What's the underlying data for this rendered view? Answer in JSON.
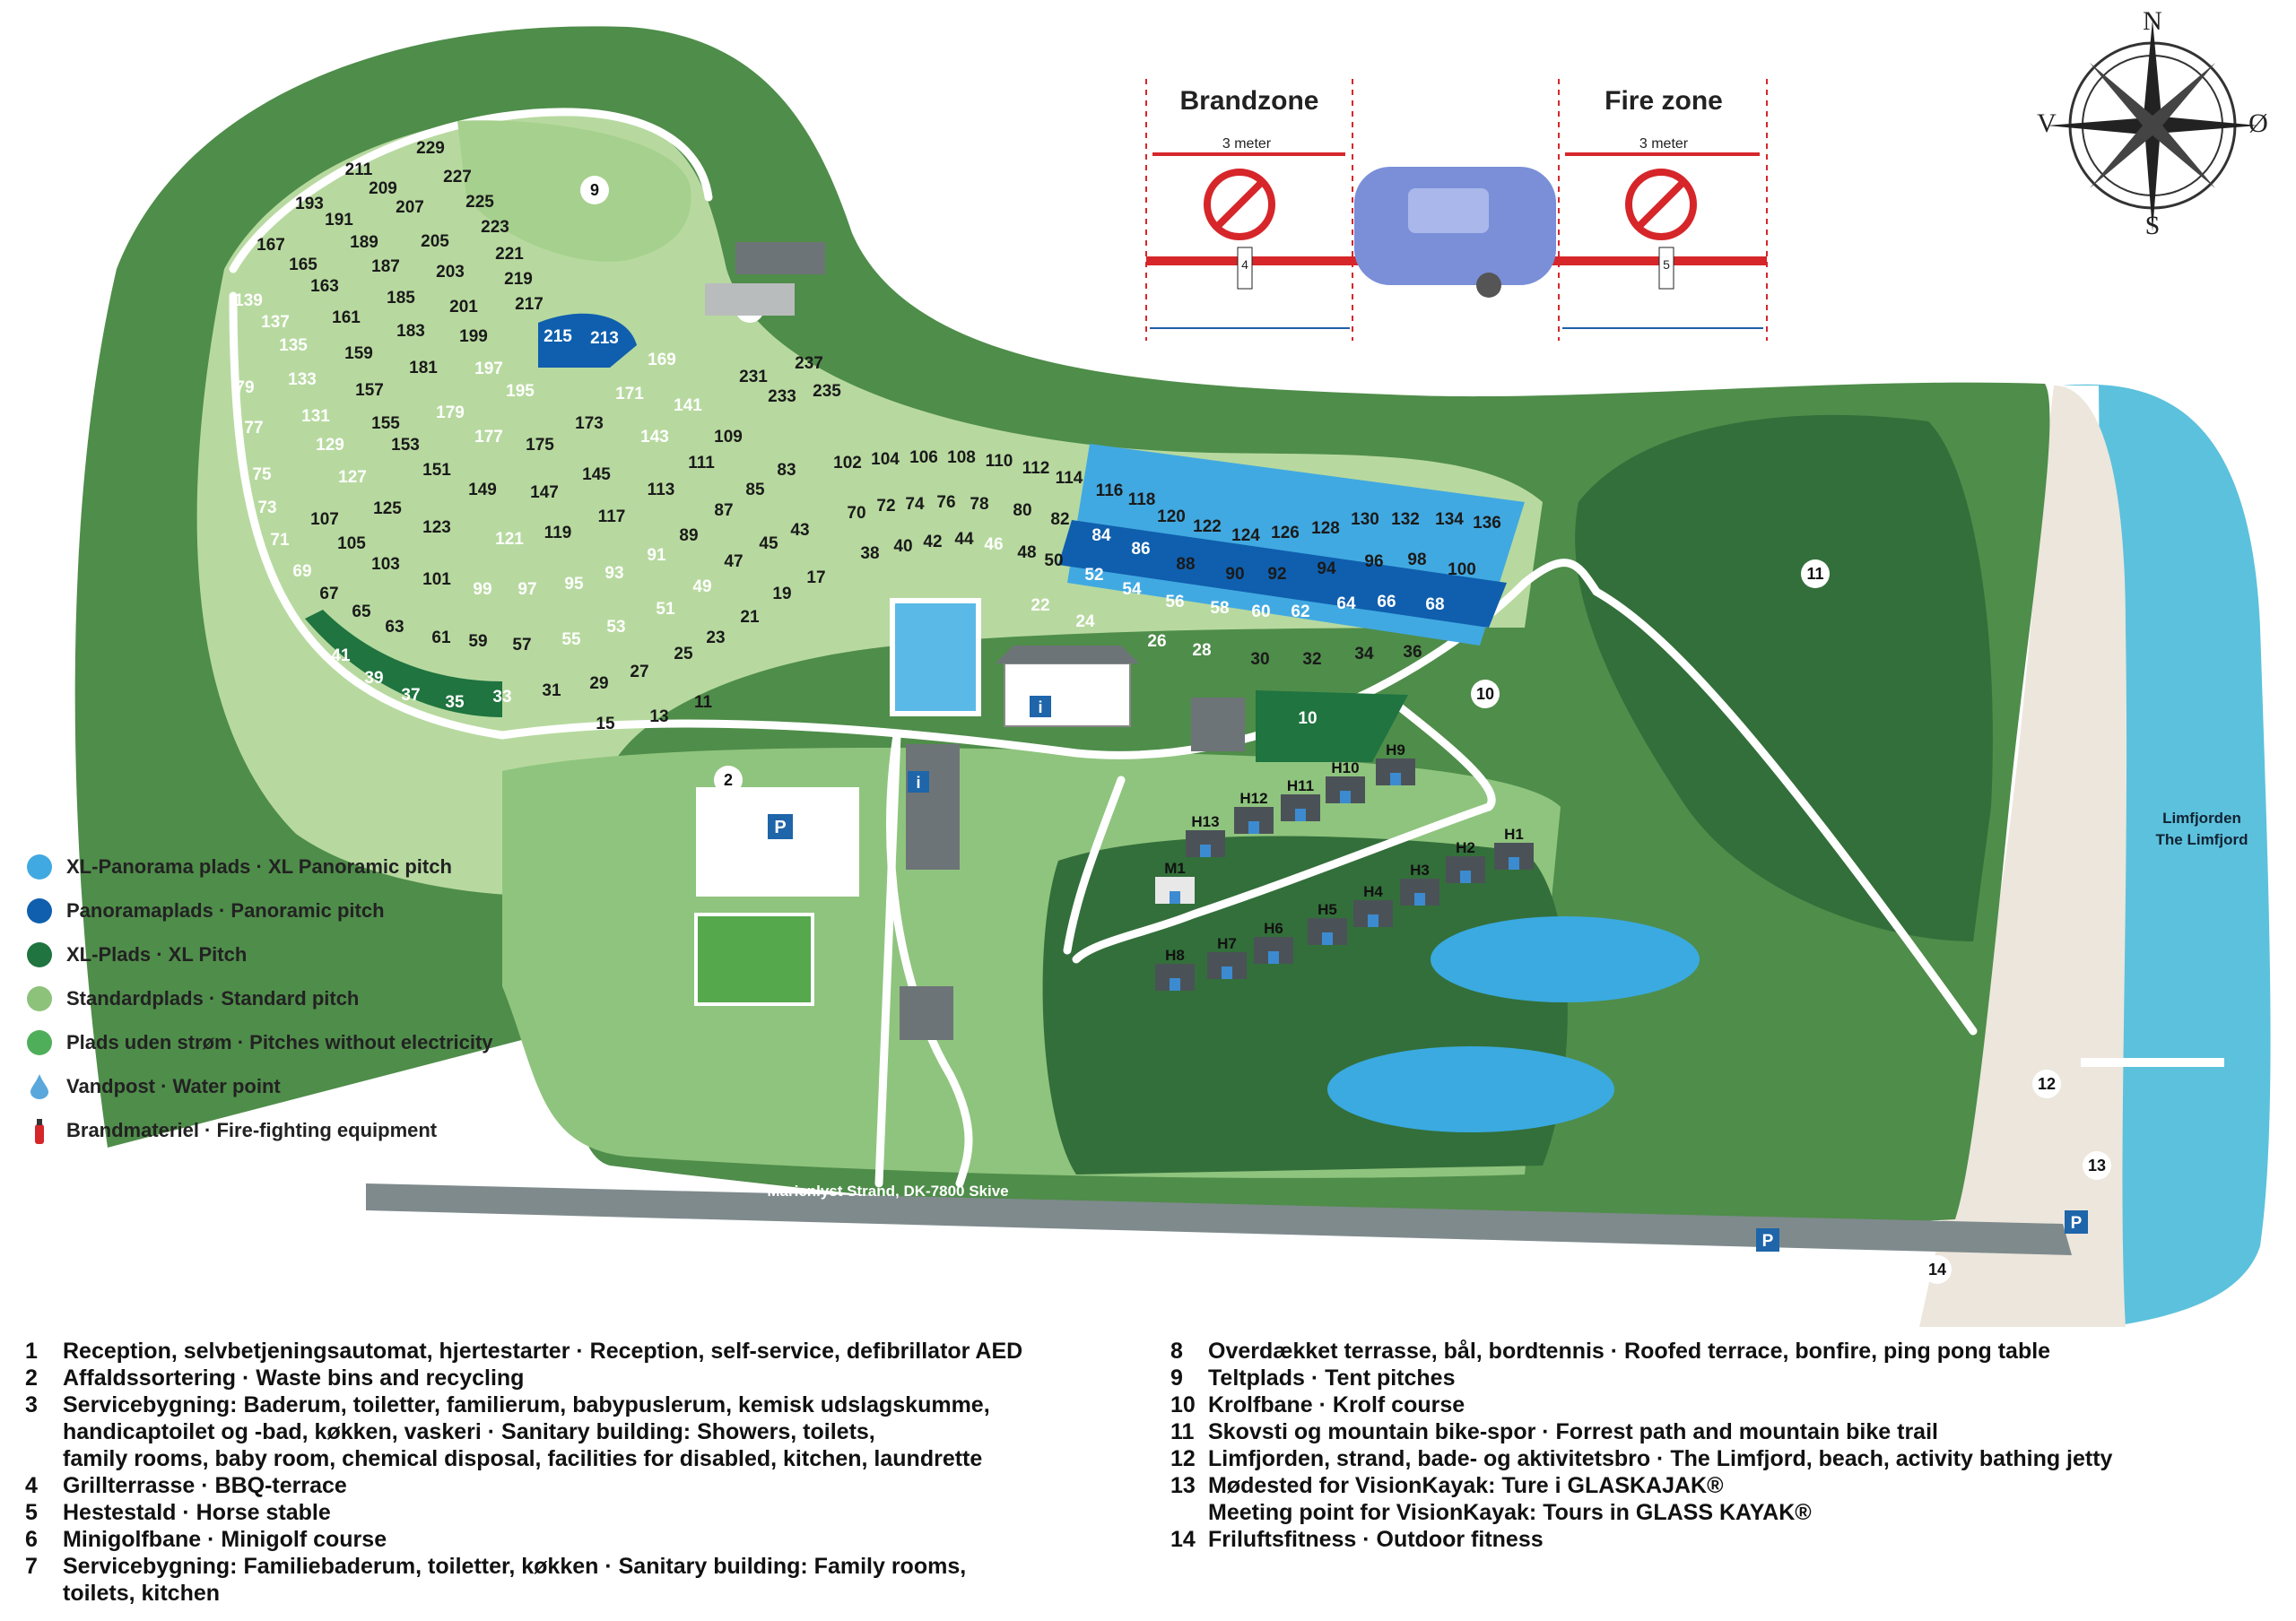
{
  "fire_zone": {
    "left_title": "Brandzone",
    "right_title": "Fire zone",
    "distance_label": "3 meter",
    "post_number": "4",
    "post_number_right": "5"
  },
  "compass": {
    "north": "N",
    "south": "S",
    "east": "Ø",
    "west": "V"
  },
  "road_label": "Marienlyst Strand, DK-7800 Skive",
  "water_label_1": "Limfjorden",
  "water_label_2": "The Limfjord",
  "facility_numbers": [
    "1",
    "2",
    "3",
    "4",
    "5",
    "6",
    "7",
    "8",
    "9",
    "10",
    "11",
    "12",
    "13",
    "14"
  ],
  "huts": [
    "H1",
    "H2",
    "H3",
    "H4",
    "H5",
    "H6",
    "H7",
    "H8",
    "H9",
    "H10",
    "H11",
    "H12",
    "H13",
    "M1"
  ],
  "parking_label": "P",
  "info_label": "i",
  "pitches": {
    "xl_panorama": [
      "116",
      "118",
      "120",
      "122",
      "124",
      "126",
      "128",
      "130",
      "132",
      "134",
      "136",
      "30",
      "32",
      "34",
      "36",
      "88",
      "90",
      "92",
      "94",
      "96",
      "98",
      "100"
    ],
    "panorama": [
      "84",
      "86",
      "52",
      "54",
      "56",
      "58",
      "60",
      "62",
      "64",
      "66",
      "68",
      "26",
      "28",
      "215",
      "213",
      "169",
      "171",
      "141",
      "143"
    ],
    "xl": [
      "139",
      "137",
      "135",
      "133",
      "131",
      "129",
      "127",
      "79",
      "77",
      "75",
      "73",
      "71",
      "69",
      "41",
      "39",
      "37",
      "35",
      "33",
      "55",
      "53",
      "51",
      "49",
      "99",
      "97",
      "95",
      "93",
      "91",
      "121",
      "197",
      "195",
      "179",
      "177",
      "46",
      "22",
      "24",
      "10"
    ],
    "standard": [
      "229",
      "227",
      "225",
      "223",
      "221",
      "219",
      "217",
      "211",
      "209",
      "207",
      "205",
      "203",
      "201",
      "199",
      "193",
      "191",
      "189",
      "187",
      "185",
      "183",
      "181",
      "167",
      "165",
      "163",
      "161",
      "159",
      "157",
      "155",
      "153",
      "151",
      "149",
      "147",
      "175",
      "173",
      "145",
      "113",
      "111",
      "109",
      "231",
      "233",
      "235",
      "237",
      "83",
      "85",
      "87",
      "89",
      "45",
      "47",
      "43",
      "17",
      "19",
      "21",
      "23",
      "25",
      "27",
      "29",
      "31",
      "15",
      "13",
      "11",
      "125",
      "123",
      "119",
      "117",
      "107",
      "105",
      "103",
      "101",
      "67",
      "65",
      "63",
      "61",
      "59",
      "57",
      "102",
      "104",
      "106",
      "108",
      "110",
      "112",
      "114",
      "70",
      "72",
      "74",
      "76",
      "78",
      "80",
      "82",
      "38",
      "40",
      "42",
      "44",
      "48",
      "50"
    ]
  },
  "legend": [
    {
      "label": "XL-Panorama plads  ·  XL Panoramic pitch",
      "color": "#41a9e1"
    },
    {
      "label": "Panoramaplads  ·  Panoramic pitch",
      "color": "#0f5fae"
    },
    {
      "label": "XL-Plads  ·  XL Pitch",
      "color": "#1f7440"
    },
    {
      "label": "Standardplads  ·  Standard pitch",
      "color": "#8cc279"
    },
    {
      "label": "Plads uden strøm  ·  Pitches without electricity",
      "color": "#4fae5a"
    },
    {
      "label": "Vandpost  ·  Water point",
      "icon": "water-drop-icon",
      "color": "#5aa7dc"
    },
    {
      "label": "Brandmateriel  ·  Fire-fighting equipment",
      "icon": "fire-extinguisher-icon",
      "color": "#d6262a"
    }
  ],
  "key_left": [
    {
      "num": "1",
      "text": "Reception, selvbetjeningsautomat, hjertestarter  ·  Reception, self-service, defibrillator AED"
    },
    {
      "num": "2",
      "text": "Affaldssortering  ·  Waste bins and recycling"
    },
    {
      "num": "3",
      "text": "Servicebygning: Baderum, toiletter, familierum, babypuslerum, kemisk udslagskumme,\nhandicaptoilet og -bad, køkken, vaskeri  ·  Sanitary building: Showers, toilets,\nfamily rooms, baby room, chemical disposal, facilities for disabled, kitchen, laundrette"
    },
    {
      "num": "4",
      "text": "Grillterrasse  ·  BBQ-terrace"
    },
    {
      "num": "5",
      "text": "Hestestald  ·  Horse stable"
    },
    {
      "num": "6",
      "text": "Minigolfbane   ·  Minigolf course"
    },
    {
      "num": "7",
      "text": "Servicebygning: Familiebaderum, toiletter, køkken  ·  Sanitary building: Family rooms,\ntoilets, kitchen"
    }
  ],
  "key_right": [
    {
      "num": "8",
      "text": "Overdækket terrasse, bål, bordtennis  ·  Roofed terrace, bonfire, ping pong table"
    },
    {
      "num": "9",
      "text": "Teltplads  ·  Tent pitches"
    },
    {
      "num": "10",
      "text": "Krolfbane  ·  Krolf course"
    },
    {
      "num": "11",
      "text": "Skovsti og mountain bike-spor  ·  Forrest path and mountain bike trail"
    },
    {
      "num": "12",
      "text": "Limfjorden, strand, bade- og aktivitetsbro  ·  The Limfjord, beach, activity bathing jetty"
    },
    {
      "num": "13",
      "text": "Mødested for VisionKayak: Ture i GLASKAJAK®\nMeeting point for VisionKayak: Tours in GLASS KAYAK®"
    },
    {
      "num": "14",
      "text": "Friluftsfitness  ·  Outdoor fitness"
    }
  ]
}
